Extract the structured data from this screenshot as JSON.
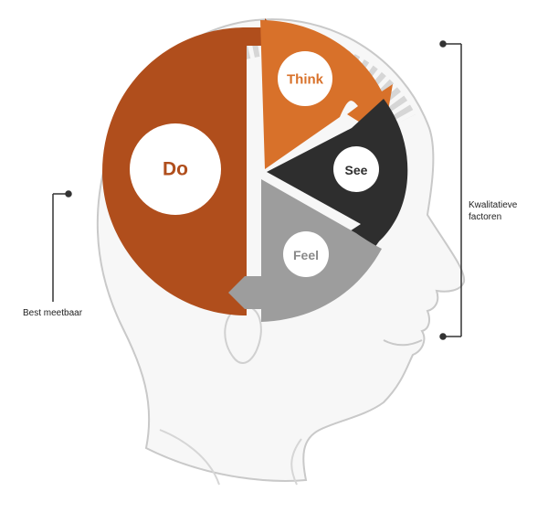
{
  "segments": {
    "do": {
      "label": "Do",
      "color": "#b04e1c",
      "text_color": "#b04e1c"
    },
    "think": {
      "label": "Think",
      "color": "#d8712a",
      "text_color": "#d8712a"
    },
    "see": {
      "label": "See",
      "color": "#2e2e2e",
      "text_color": "#2e2e2e"
    },
    "feel": {
      "label": "Feel",
      "color": "#9d9d9d",
      "text_color": "#8a8a8a"
    }
  },
  "annotations": {
    "left": {
      "label": "Best meetbaar"
    },
    "right": {
      "line1": "Kwalitatieve",
      "line2": "factoren"
    }
  },
  "colors": {
    "head_line": "#c9c9c9",
    "head_fill": "#f7f7f7",
    "bracket": "#333333"
  }
}
